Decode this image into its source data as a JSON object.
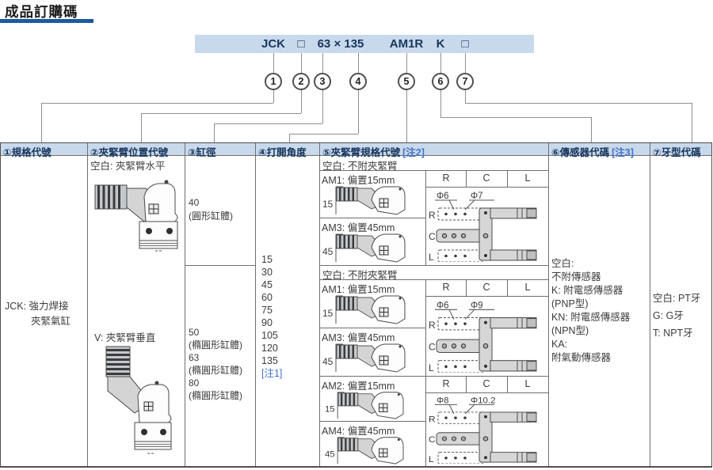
{
  "title": "成品訂購碼",
  "order_code": {
    "series": "JCK",
    "box1": "□",
    "size": "63 × 135",
    "arm_code": "AM1R",
    "sensor_code": "K",
    "box2": "□"
  },
  "callouts": [
    "1",
    "2",
    "3",
    "4",
    "5",
    "6",
    "7"
  ],
  "colors": {
    "header_blue": "#c9d9ec",
    "navy": "#17365d",
    "note_blue": "#4472c4",
    "title_bar_blue": "#1e5a9e"
  },
  "table": {
    "headers": [
      {
        "label": "①規格代號"
      },
      {
        "label": "②夾緊臂位置代號"
      },
      {
        "label": "③缸徑"
      },
      {
        "label": "④打開角度"
      },
      {
        "label": "⑤夾緊臂規格代號",
        "note": "[注2]"
      },
      {
        "label": "⑥傳感器代碼",
        "note": "[注3]"
      },
      {
        "label": "⑦牙型代碼"
      }
    ],
    "spec": {
      "line1": "JCK: 強力焊接",
      "line2": "夾緊氣缸"
    },
    "arm_position": {
      "blank": "空白: 夾緊臂水平",
      "vertical": "V: 夾緊臂垂直"
    },
    "bore": {
      "round": [
        "40",
        "(圓形缸體)"
      ],
      "oval": [
        "50",
        "(橢圓形缸體)",
        "63",
        "(橢圓形缸體)",
        "80",
        "(橢圓形缸體)"
      ]
    },
    "angle": {
      "values": [
        "15",
        "30",
        "45",
        "60",
        "75",
        "90",
        "105",
        "120",
        "135"
      ],
      "note": "[注1]"
    },
    "arm_spec": {
      "blocks": [
        {
          "blank": "空白: 不附夾緊臂",
          "top_label": "AM1: 偏置15mm",
          "top_dim": "15",
          "bottom_label": "AM3: 偏置45mm",
          "bottom_dim": "45",
          "rcl": [
            "R",
            "C",
            "L"
          ],
          "dia1": "Φ6",
          "dia2": "Φ7"
        },
        {
          "blank": "空白: 不附夾緊臂",
          "top_label": "AM1: 偏置15mm",
          "top_dim": "15",
          "bottom_label": "AM3: 偏置45mm",
          "bottom_dim": "45",
          "rcl": [
            "R",
            "C",
            "L"
          ],
          "dia1": "Φ6",
          "dia2": "Φ9"
        },
        {
          "top_label": "AM2: 偏置15mm",
          "top_dim": "15",
          "bottom_label": "AM4: 偏置45mm",
          "bottom_dim": "45",
          "rcl": [
            "R",
            "C",
            "L"
          ],
          "dia1": "Φ8",
          "dia2": "Φ10.2"
        }
      ]
    },
    "sensor": {
      "lines": [
        "空白:",
        "不附傳感器",
        "K: 附電感傳感器",
        "(PNP型)",
        "KN: 附電感傳感器",
        "(NPN型)",
        "KA:",
        "附氣動傳感器"
      ]
    },
    "thread": {
      "lines": [
        "空白: PT牙",
        "G: G牙",
        "T: NPT牙"
      ]
    }
  }
}
